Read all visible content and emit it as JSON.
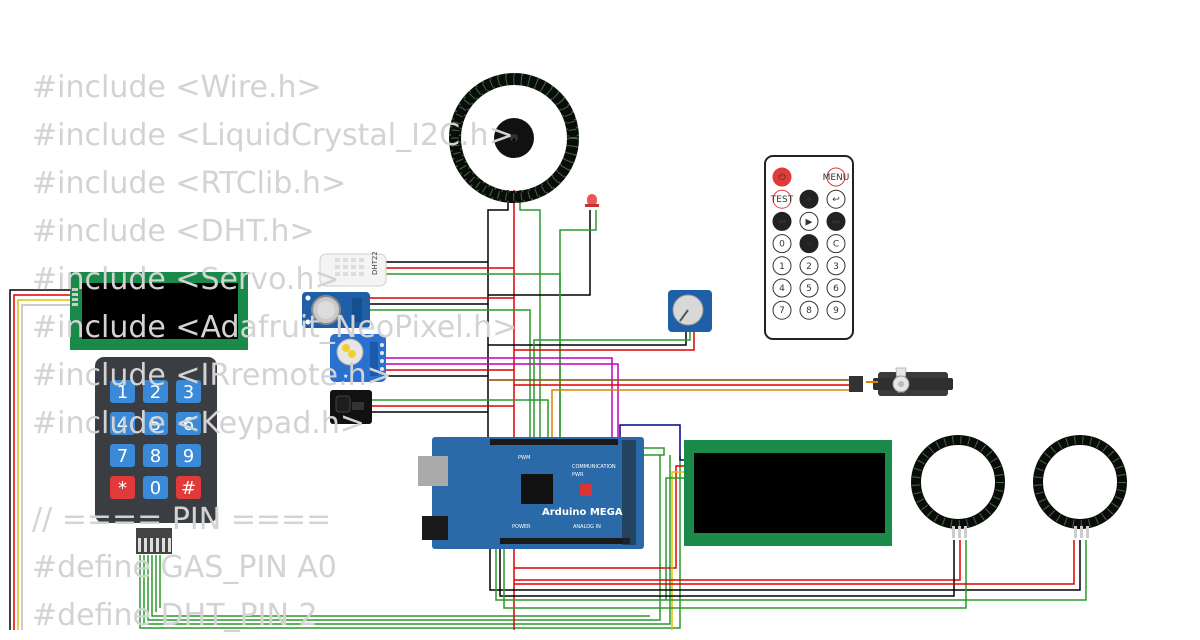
{
  "code_lines": [
    "#include <Wire.h>",
    "#include <LiquidCrystal_I2C.h>",
    "#include <RTClib.h>",
    "#include <DHT.h>",
    "#include <Servo.h>",
    "#include <Adafruit_NeoPixel.h>",
    "#include <IRremote.h>",
    "#include <Keypad.h>",
    "",
    "// ==== PIN ====",
    "#define GAS_PIN A0",
    "#define DHT_PIN 2"
  ],
  "keypad": {
    "keys": [
      "1",
      "2",
      "3",
      "4",
      "5",
      "6",
      "7",
      "8",
      "9",
      "*",
      "0",
      "#"
    ]
  },
  "remote": {
    "keys": [
      "⏻",
      "",
      "MENU",
      "TEST",
      "+",
      "↩",
      "⏮",
      "▶",
      "⏭",
      "0",
      "−",
      "C",
      "1",
      "2",
      "3",
      "4",
      "5",
      "6",
      "7",
      "8",
      "9"
    ]
  },
  "arduino": {
    "title": "Arduino MEGA",
    "pwm_label": "PWM",
    "comm_label": "COMMUNICATION",
    "power_label": "POWER",
    "analog_label": "ANALOG IN",
    "on_label": "PWR"
  },
  "dht_label": "DHT22",
  "colors": {
    "board": "#2a6aa8",
    "lcd_frame": "#1a8a4a",
    "lcd_screen": "#000000",
    "keypad_body": "#3a3d42",
    "key_blue": "#3a8ad8",
    "key_red": "#e03a3a",
    "ring": "#0b0b0b",
    "code_text": "#d3d3d3"
  }
}
